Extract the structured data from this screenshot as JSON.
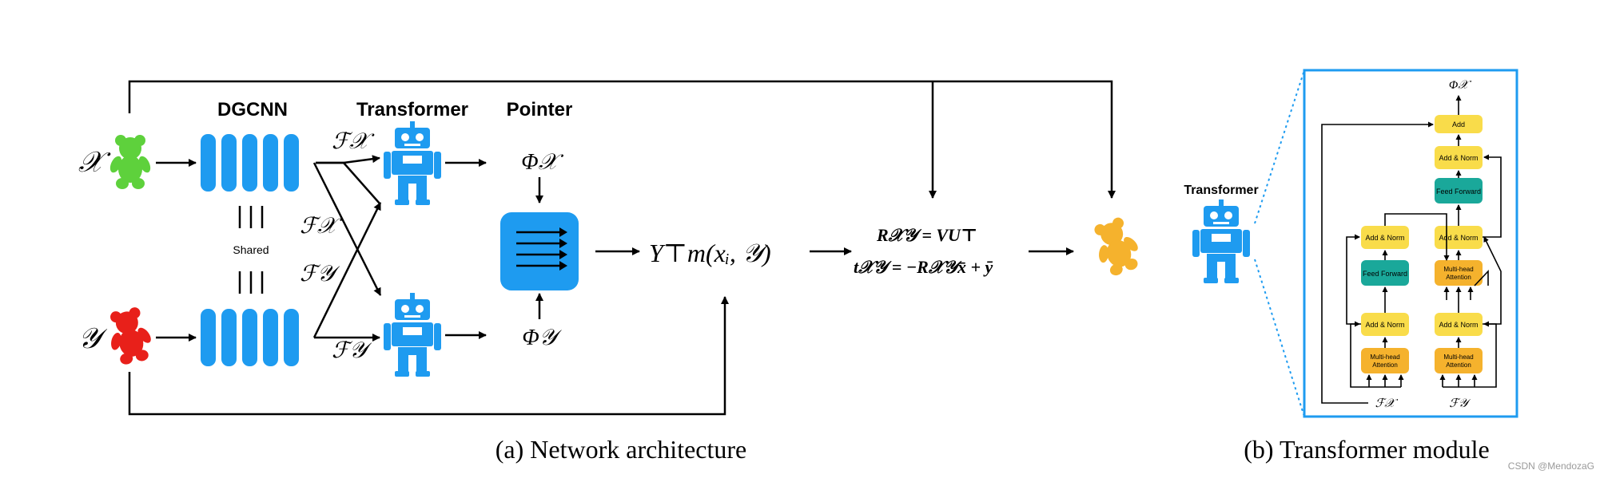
{
  "architecture": {
    "input_x": "𝒳",
    "input_y": "𝒴",
    "dgcnn_label": "DGCNN",
    "transformer_label": "Transformer",
    "pointer_label": "Pointer",
    "shared_label": "Shared",
    "feat_x_top": "ℱ𝒳",
    "feat_x_cross": "ℱ𝒳",
    "feat_y_cross": "ℱ𝒴",
    "feat_y_bottom": "ℱ𝒴",
    "phi_x": "Φ𝒳",
    "phi_y": "Φ𝒴",
    "soft_map": "Y⊤m(xᵢ, 𝒴)",
    "rotation_eq": "R𝒳𝒴 = VU⊤",
    "translation_eq": "t𝒳𝒴 = −R𝒳𝒴x̄ + ȳ",
    "caption": "(a) Network architecture",
    "colors": {
      "accent": "#1e9bf0",
      "bear_x": "#5ed13c",
      "bear_y": "#e8201a",
      "bear_out": "#f5b22d"
    }
  },
  "transformer_module": {
    "title": "Transformer",
    "output": "Φ𝒳",
    "add": "Add",
    "add_norm_top": "Add & Norm",
    "feed_forward_right": "Feed Forward",
    "add_norm_left_top": "Add & Norm",
    "add_norm_right_mid": "Add & Norm",
    "feed_forward_left": "Feed Forward",
    "mha_right_mid": "Multi-head Attention",
    "add_norm_left_bottom": "Add & Norm",
    "add_norm_right_bottom": "Add & Norm",
    "mha_left_bottom": "Multi-head Attention",
    "mha_right_bottom": "Multi-head Attention",
    "input_x": "ℱ𝒳",
    "input_y": "ℱ𝒴",
    "caption": "(b) Transformer module",
    "colors": {
      "add_box": "#f9dc4a",
      "ff_box": "#1aa89a",
      "mha_box": "#f5b22d",
      "frame": "#1e9bf0"
    }
  },
  "watermark": "CSDN @MendozaG"
}
